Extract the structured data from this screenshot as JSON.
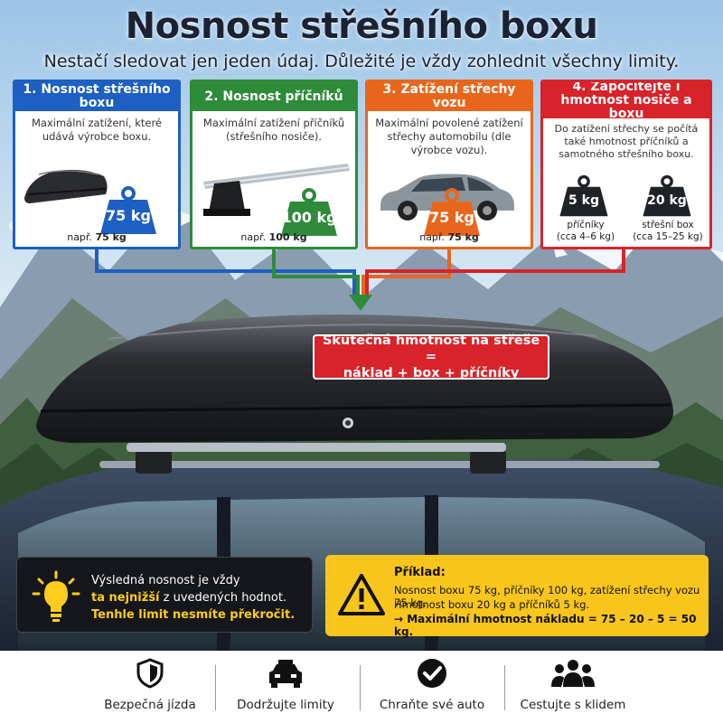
{
  "header": {
    "title": "Nosnost střešního boxu",
    "subtitle": "Nestačí sledovat jen jeden údaj. Důležité je vždy zohlednit všechny limity."
  },
  "cards": [
    {
      "title": "1. Nosnost střešního boxu",
      "desc": "Maximální zatížení, které udává výrobce boxu.",
      "weight": "75 kg",
      "note_prefix": "např.",
      "note_value": "75 kg",
      "color": "#1d5fc2"
    },
    {
      "title": "2. Nosnost příčníků",
      "desc": "Maximální zatížení příčníků (střešního nosiče).",
      "weight": "100 kg",
      "note_prefix": "např.",
      "note_value": "100 kg",
      "color": "#2e8b3a"
    },
    {
      "title": "3. Zatížení střechy vozu",
      "desc": "Maximální povolené zatížení střechy automobilu (dle výrobce vozu).",
      "weight": "75 kg",
      "note_prefix": "např.",
      "note_value": "75 kg",
      "color": "#e8661c"
    },
    {
      "title": "4. Započítejte i hmotnost nosiče a boxu",
      "desc": "Do zatížení střechy se počítá také hmotnost příčníků a samotného střešního boxu.",
      "color": "#d8232a",
      "items": [
        {
          "weight": "5 kg",
          "label1": "příčníky",
          "label2": "(cca 4–6 kg)"
        },
        {
          "weight": "20 kg",
          "label1": "střešní box",
          "label2": "(cca 15–25 kg)"
        }
      ]
    }
  ],
  "banner": {
    "line1": "Skutečná hmotnost na střeše =",
    "line2": "náklad + box + příčníky"
  },
  "tip": {
    "line1": "Výsledná nosnost je vždy",
    "line2_highlight": "ta nejnižší",
    "line2_rest": " z uvedených hodnot.",
    "line3": "Tenhle limit nesmíte překročit.",
    "icon": "lightbulb-icon"
  },
  "example": {
    "heading": "Příklad:",
    "line1": "Nosnost boxu 75 kg, příčníky 100 kg, zatížení střechy vozu 75 kg.",
    "line2": "Hmotnost boxu 20 kg a příčníků 5 kg.",
    "line3": "→ Maximální hmotnost nákladu = 75 – 20 – 5 = 50 kg.",
    "icon": "warning-icon"
  },
  "footer": [
    {
      "label": "Bezpečná jízda",
      "icon": "shield-icon"
    },
    {
      "label": "Dodržujte limity",
      "icon": "car-icon"
    },
    {
      "label": "Chraňte své auto",
      "icon": "check-circle-icon"
    },
    {
      "label": "Cestujte s klidem",
      "icon": "people-icon"
    }
  ],
  "colors": {
    "blue": "#1d5fc2",
    "green": "#2e8b3a",
    "orange": "#e8661c",
    "red": "#d8232a",
    "yellow": "#f8c51c",
    "dark": "#15171c"
  }
}
